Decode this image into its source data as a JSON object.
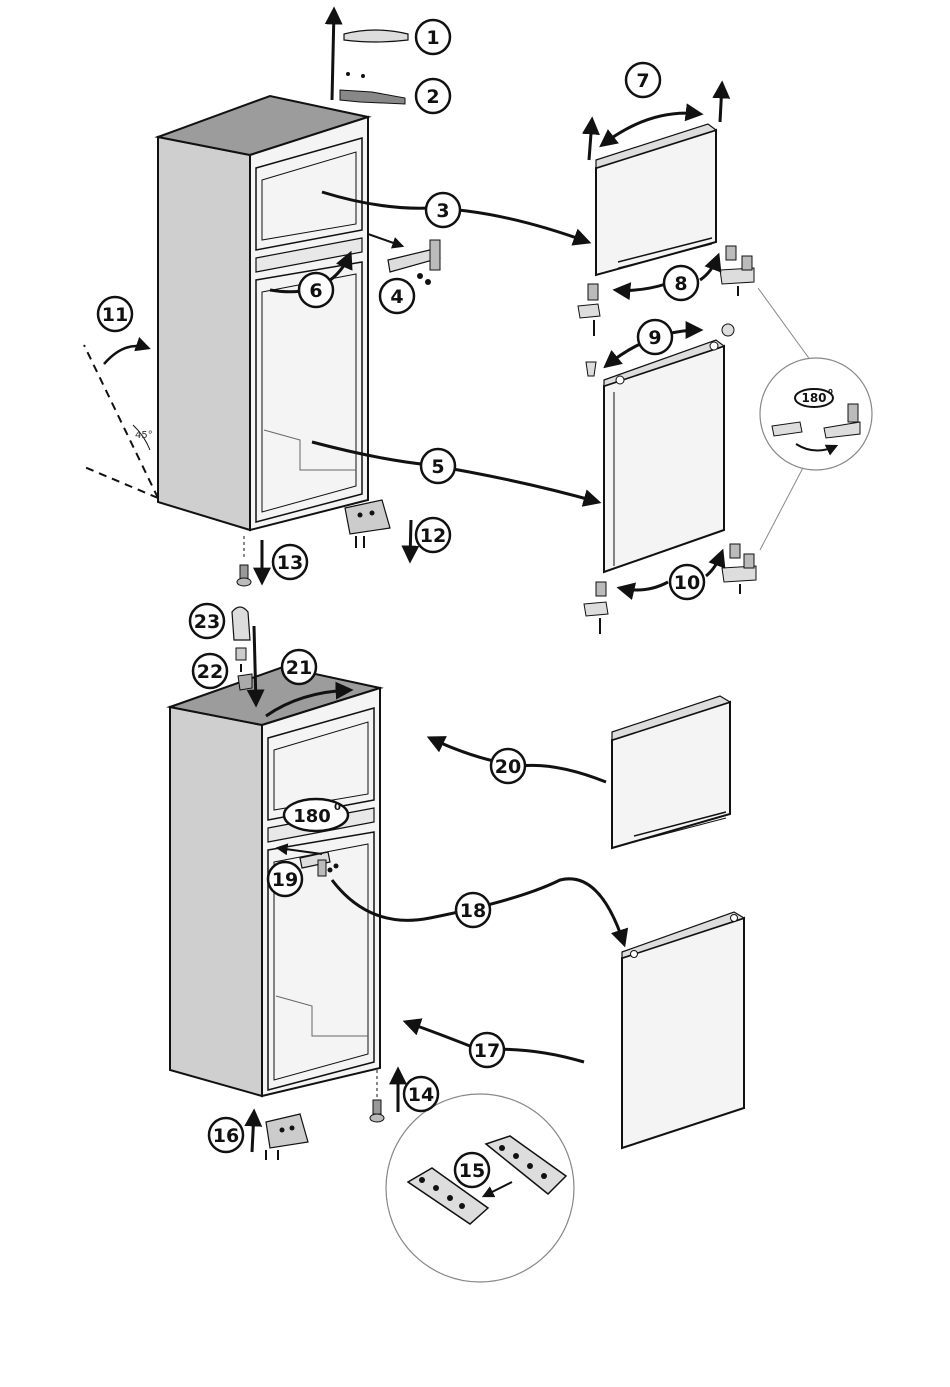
{
  "callouts": [
    "1",
    "2",
    "3",
    "4",
    "5",
    "6",
    "7",
    "8",
    "9",
    "10",
    "11",
    "12",
    "13",
    "14",
    "15",
    "16",
    "17",
    "18",
    "19",
    "20",
    "21",
    "22",
    "23"
  ],
  "angle_label": "45°",
  "rotation_label_large": "180",
  "rotation_label_small": "180",
  "degree_mark": "0",
  "colors": {
    "line": "#111111",
    "fridge_side": "#cccccc",
    "fridge_top": "#9a9a9a",
    "part": "#b5b5b5"
  }
}
